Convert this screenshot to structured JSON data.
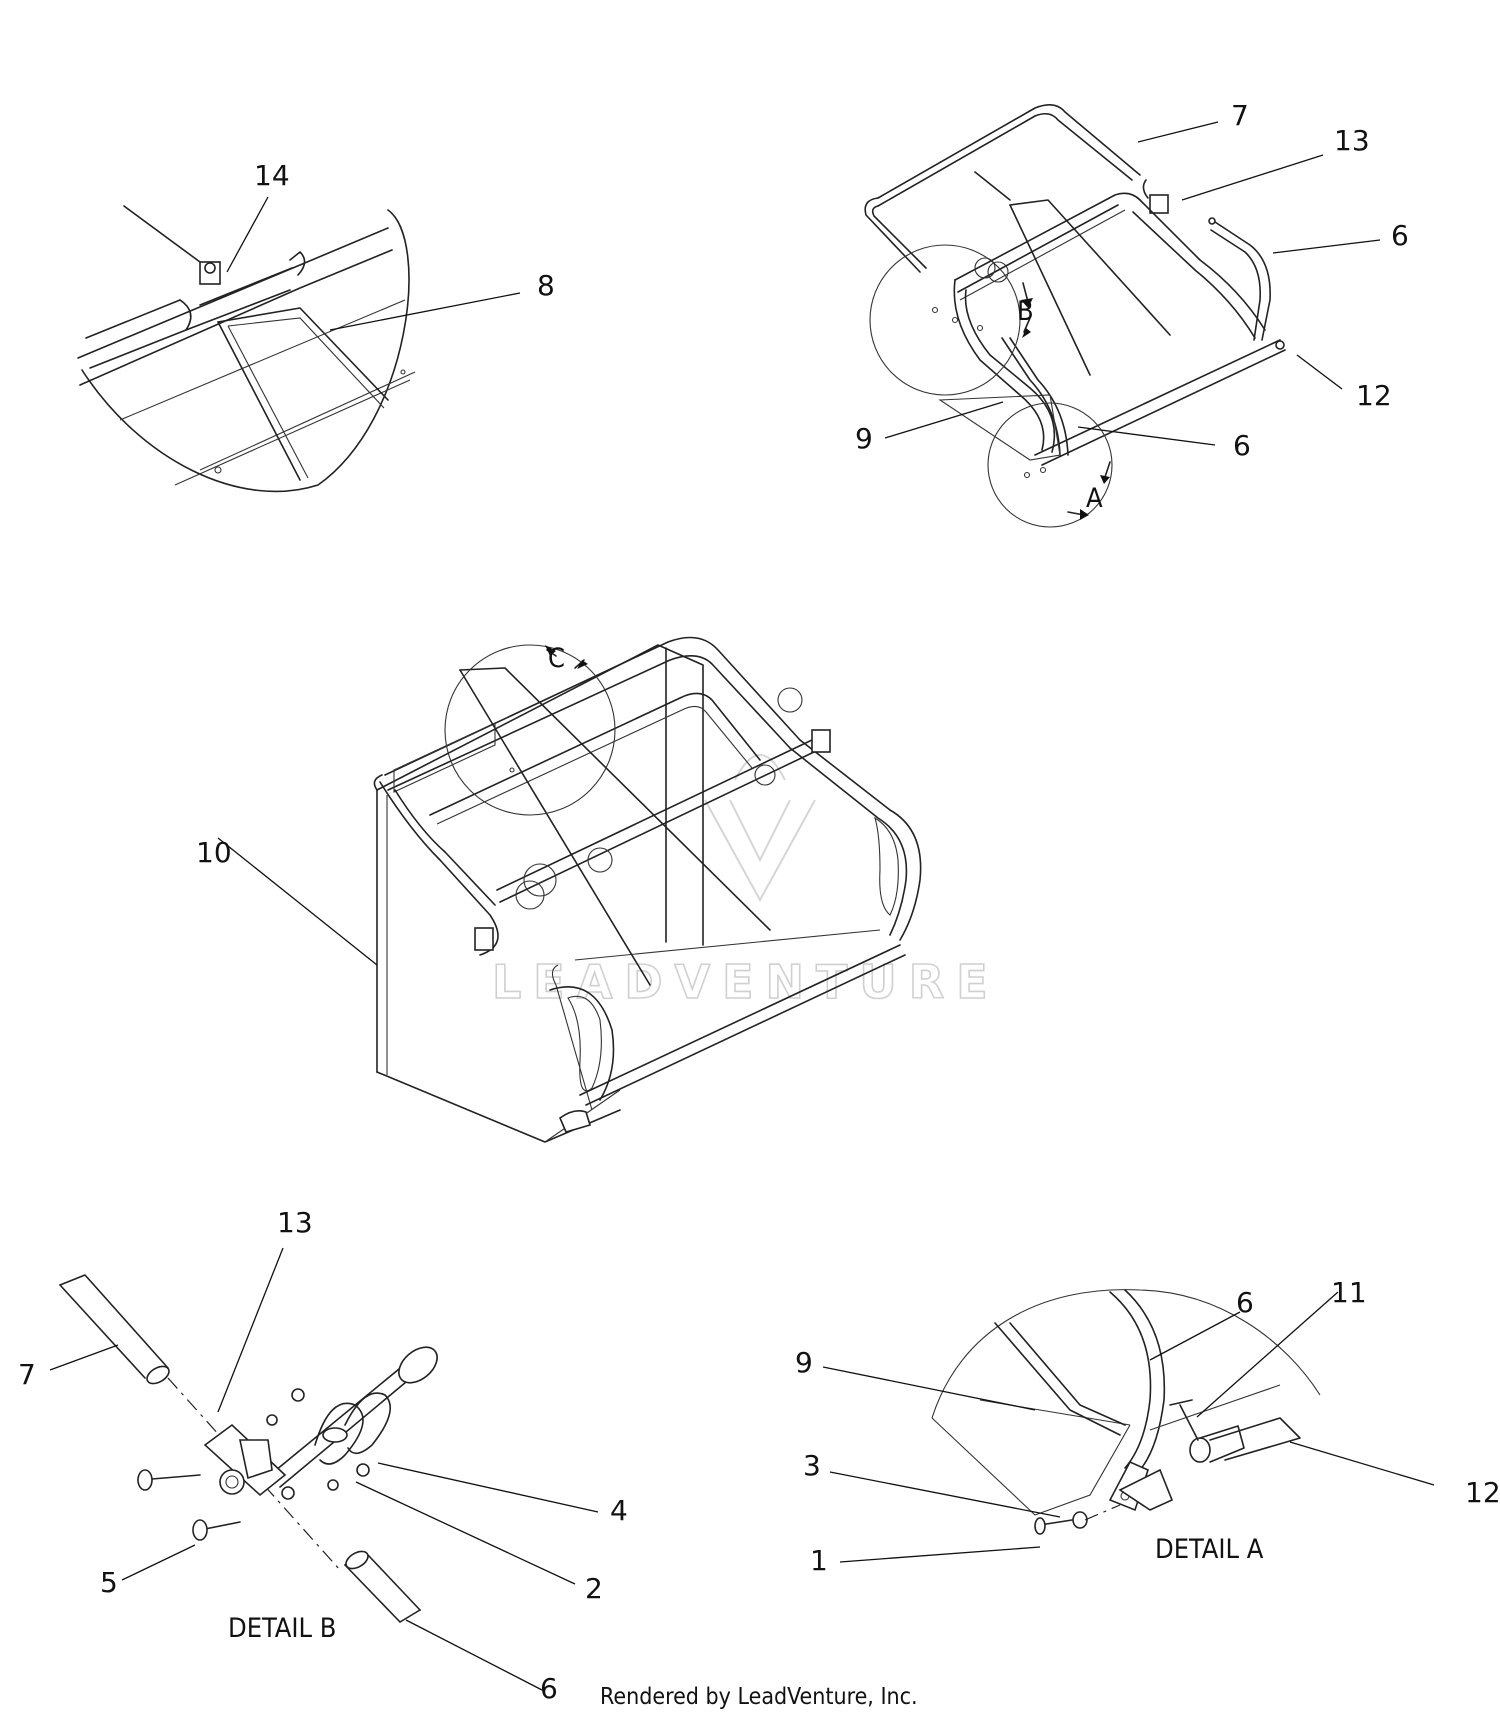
{
  "watermark": "LEADVENTURE",
  "footer": "Rendered by LeadVenture, Inc.",
  "details": {
    "a": "DETAIL A",
    "b": "DETAIL B"
  },
  "view_markers": {
    "a": "A",
    "b": "B",
    "c": "C"
  },
  "callouts": [
    {
      "id": "c14-top",
      "label": "14"
    },
    {
      "id": "c8-top",
      "label": "8"
    },
    {
      "id": "c7-top",
      "label": "7"
    },
    {
      "id": "c13-top",
      "label": "13"
    },
    {
      "id": "c6-top-right",
      "label": "6"
    },
    {
      "id": "c12-top",
      "label": "12"
    },
    {
      "id": "c9-top",
      "label": "9"
    },
    {
      "id": "c6-top-mid",
      "label": "6"
    },
    {
      "id": "c10-main",
      "label": "10"
    },
    {
      "id": "c13-detb",
      "label": "13"
    },
    {
      "id": "c7-detb",
      "label": "7"
    },
    {
      "id": "c4-detb",
      "label": "4"
    },
    {
      "id": "c2-detb",
      "label": "2"
    },
    {
      "id": "c5-detb",
      "label": "5"
    },
    {
      "id": "c6-detb",
      "label": "6"
    },
    {
      "id": "c6-deta",
      "label": "6"
    },
    {
      "id": "c11-deta",
      "label": "11"
    },
    {
      "id": "c9-deta",
      "label": "9"
    },
    {
      "id": "c3-deta",
      "label": "3"
    },
    {
      "id": "c12-deta",
      "label": "12"
    },
    {
      "id": "c1-deta",
      "label": "1"
    }
  ]
}
